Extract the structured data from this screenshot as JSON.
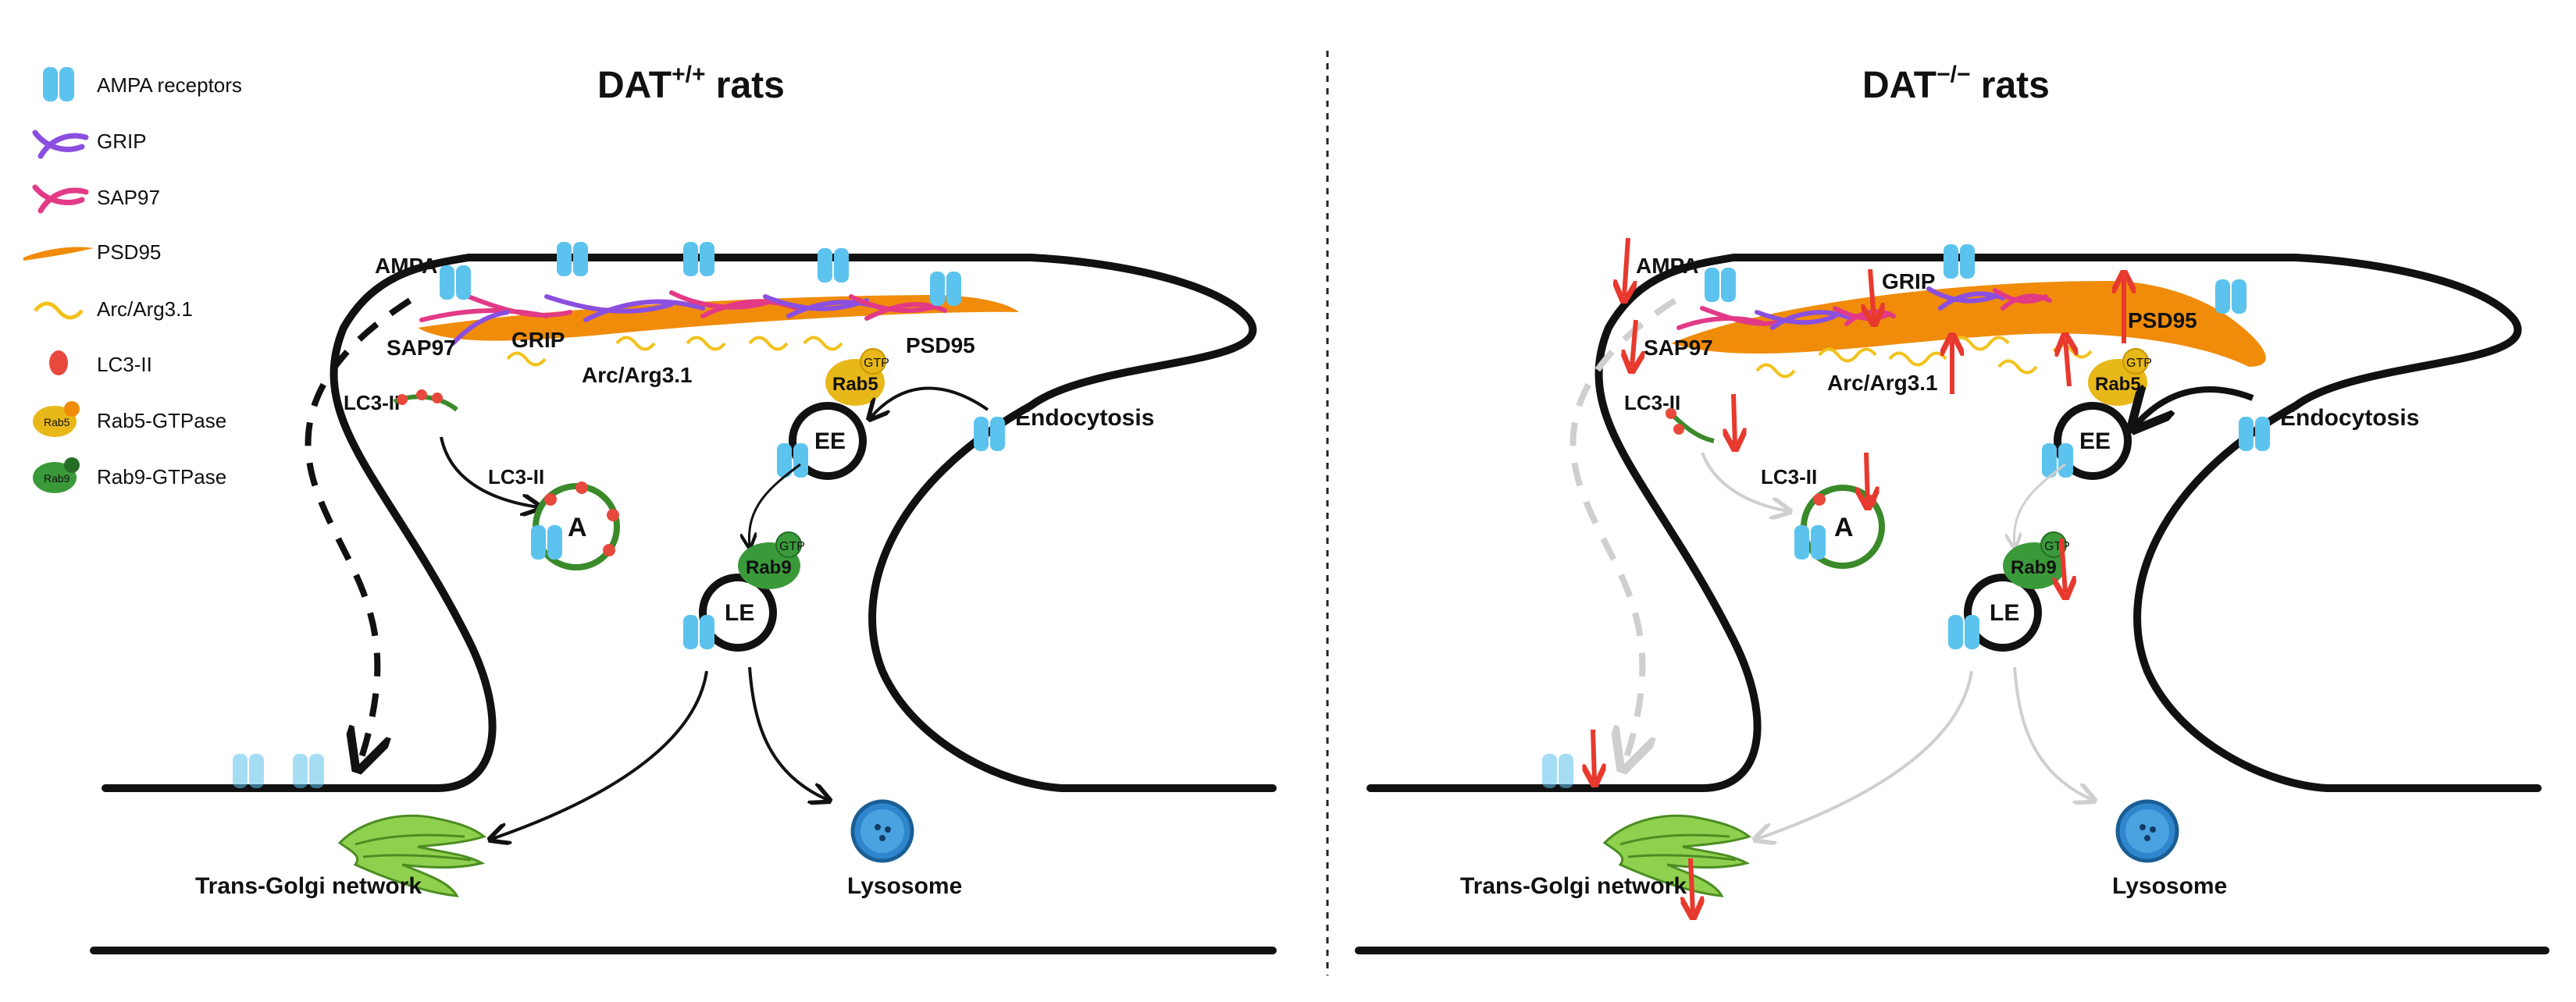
{
  "legend": {
    "ampa": "AMPA receptors",
    "grip": "GRIP",
    "sap97": "SAP97",
    "psd95": "PSD95",
    "arc": "Arc/Arg3.1",
    "lc3": "LC3-II",
    "rab5": "Rab5-GTPase",
    "rab9": "Rab9-GTPase",
    "rab5_icon": "Rab5",
    "rab9_icon": "Rab9",
    "gtp_icon": "GTP"
  },
  "panels": [
    {
      "title_main": "DAT",
      "title_sup": "+/+",
      "title_rest": " rats",
      "labels": {
        "ampa": "AMPA",
        "sap97": "SAP97",
        "grip": "GRIP",
        "psd95": "PSD95",
        "arc": "Arc/Arg3.1",
        "lc3_top": "LC3-II",
        "lc3_mid": "LC3-II",
        "autophagosome": "A",
        "rab5": "Rab5",
        "gtp5": "GTP",
        "ee": "EE",
        "rab9": "Rab9",
        "gtp9": "GTP",
        "le": "LE",
        "endocytosis": "Endocytosis",
        "golgi": "Trans-Golgi network",
        "lysosome": "Lysosome"
      }
    },
    {
      "title_main": "DAT",
      "title_sup": "−/−",
      "title_rest": " rats",
      "labels": {
        "ampa": "AMPA",
        "sap97": "SAP97",
        "grip": "GRIP",
        "psd95": "PSD95",
        "arc": "Arc/Arg3.1",
        "lc3_top": "LC3-II",
        "lc3_mid": "LC3-II",
        "autophagosome": "A",
        "rab5": "Rab5",
        "gtp5": "GTP",
        "ee": "EE",
        "rab9": "Rab9",
        "gtp9": "GTP",
        "le": "LE",
        "endocytosis": "Endocytosis",
        "golgi": "Trans-Golgi network",
        "lysosome": "Lysosome"
      }
    }
  ],
  "colors": {
    "ampa": "#5cc3ee",
    "grip": "#8b4fe0",
    "sap97": "#e23a86",
    "psd95": "#f08c0a",
    "arc": "#f2c21b",
    "lc3": "#e8493d",
    "rab5": "#e8b81a",
    "rab9": "#3a9a3a",
    "golgi": "#8fd14f",
    "lysosome": "#2f86cc",
    "change_arrow": "#e8392e",
    "faded": "#cfcfcf"
  }
}
